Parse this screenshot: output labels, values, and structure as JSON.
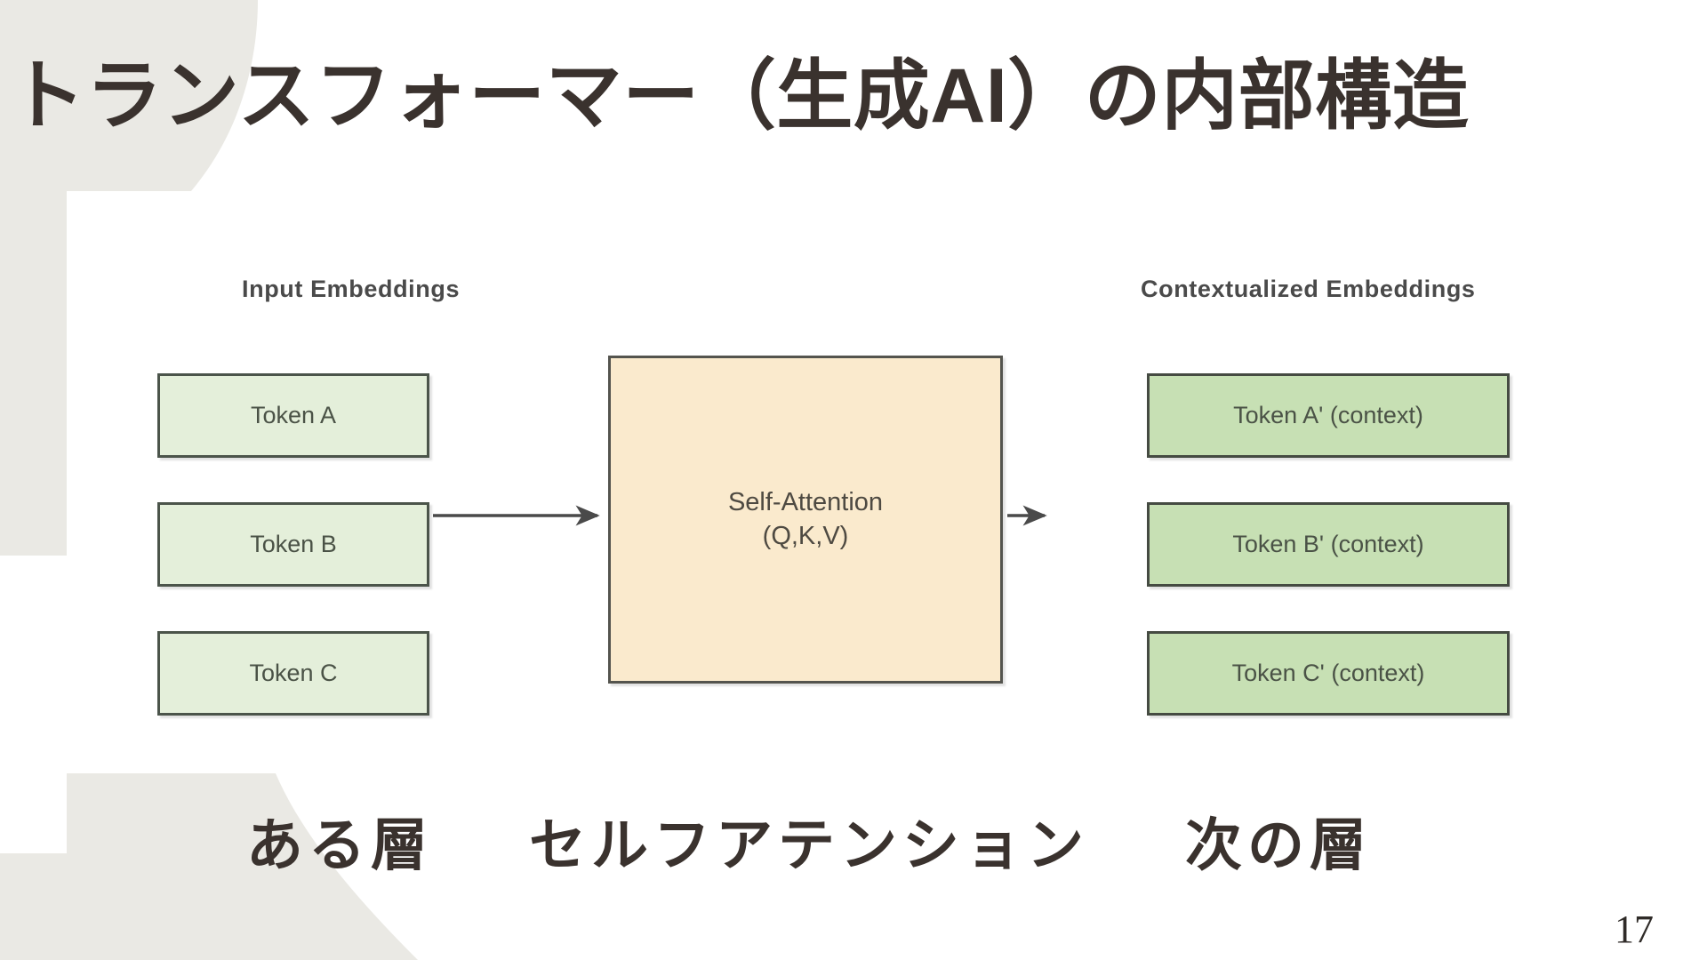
{
  "slide": {
    "title": "トランスフォーマー（生成AI）の内部構造",
    "page_number": "17",
    "background_color": "#ffffff",
    "deco_color": "#eae9e4",
    "title_color": "#3a322e"
  },
  "diagram": {
    "left_column": {
      "label": "Input Embeddings",
      "box_fill": "#e4efda",
      "box_border": "#4b544a",
      "boxes": [
        {
          "label": "Token A"
        },
        {
          "label": "Token B"
        },
        {
          "label": "Token C"
        }
      ]
    },
    "center": {
      "line1": "Self-Attention",
      "line2": "(Q,K,V)",
      "box_fill": "#faeacd",
      "box_border": "#54544e"
    },
    "right_column": {
      "label": "Contextualized Embeddings",
      "box_fill": "#c7e0b4",
      "box_border": "#454b42",
      "boxes": [
        {
          "label": "Token A' (context)"
        },
        {
          "label": "Token B' (context)"
        },
        {
          "label": "Token C' (context)"
        }
      ]
    },
    "arrow_color": "#4a4a4a"
  },
  "caption": {
    "segments": [
      {
        "text": "ある層"
      },
      {
        "text": "セルフアテンション"
      },
      {
        "text": "次の層"
      }
    ]
  }
}
